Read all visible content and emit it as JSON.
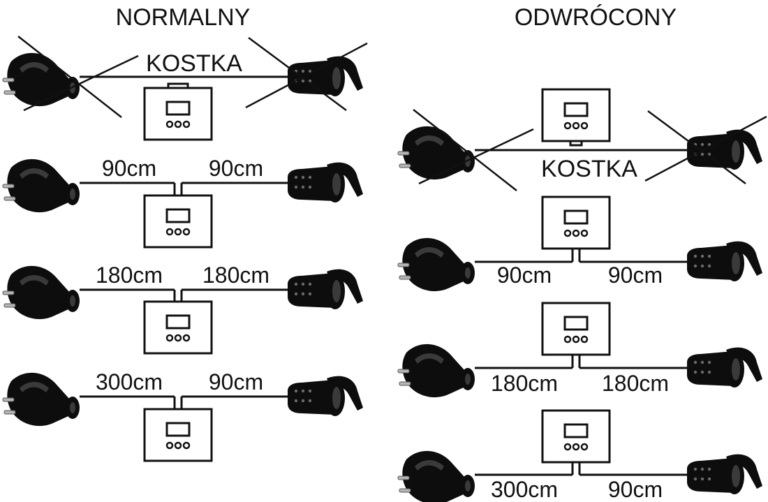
{
  "columns": [
    {
      "title": "NORMALNY",
      "orientation": "box-below",
      "rows": [
        {
          "type": "crossed",
          "label": "KOSTKA"
        },
        {
          "type": "split",
          "left": "90cm",
          "right": "90cm"
        },
        {
          "type": "split",
          "left": "180cm",
          "right": "180cm"
        },
        {
          "type": "split",
          "left": "300cm",
          "right": "90cm"
        }
      ]
    },
    {
      "title": "ODWRÓCONY",
      "orientation": "box-above",
      "rows": [
        {
          "type": "crossed",
          "label": "KOSTKA"
        },
        {
          "type": "split",
          "left": "90cm",
          "right": "90cm"
        },
        {
          "type": "split",
          "left": "180cm",
          "right": "180cm"
        },
        {
          "type": "split",
          "left": "300cm",
          "right": "90cm"
        }
      ]
    }
  ],
  "icons": {
    "plug": "schuko-plug-icon",
    "socket": "schuko-socket-icon",
    "control_box": "control-box-icon",
    "crossed_out": "cross-icon"
  }
}
